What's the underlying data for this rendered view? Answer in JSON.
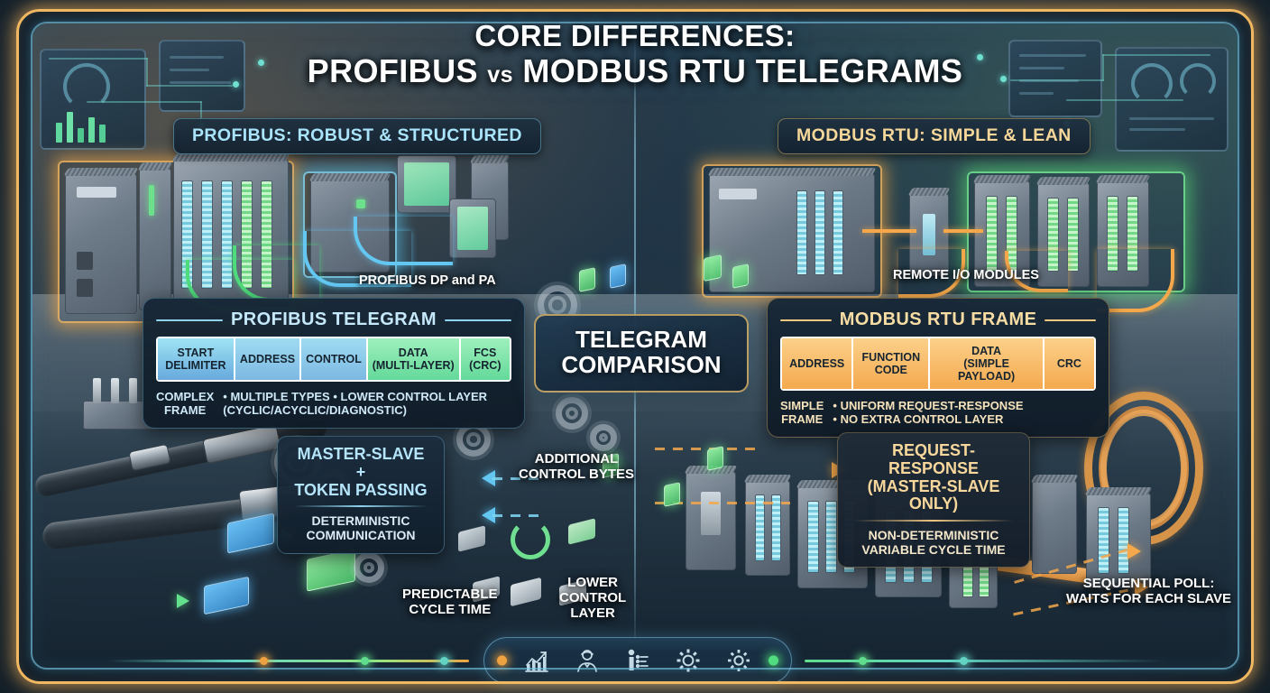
{
  "title": {
    "line1": "CORE DIFFERENCES:",
    "line2_a": "PROFIBUS",
    "line2_vs": "vs",
    "line2_b": "MODBUS RTU TELEGRAMS"
  },
  "sections": {
    "left_header": "PROFIBUS: ROBUST & STRUCTURED",
    "right_header": "MODBUS RTU: SIMPLE & LEAN"
  },
  "center": {
    "line1": "TELEGRAM",
    "line2": "COMPARISON"
  },
  "profibus_panel": {
    "title": "PROFIBUS TELEGRAM",
    "segments": [
      {
        "label": "START\nDELIMITER",
        "color": "#9fe4f4"
      },
      {
        "label": "ADDRESS",
        "color": "#9fdcf2"
      },
      {
        "label": "CONTROL",
        "color": "#9fdcf2"
      },
      {
        "label": "DATA\n(MULTI-LAYER)",
        "color": "#9ef0bb"
      },
      {
        "label": "FCS\n(CRC)",
        "color": "#9ef0bb"
      }
    ],
    "bullet_left": "COMPLEX\nFRAME",
    "bullet_right": "• MULTIPLE TYPES • LOWER CONTROL LAYER\n(CYCLIC/ACYCLIC/DIAGNOSTIC)"
  },
  "modbus_panel": {
    "title": "MODBUS RTU FRAME",
    "segments": [
      {
        "label": "ADDRESS",
        "color": "#f4a94e"
      },
      {
        "label": "FUNCTION\nCODE",
        "color": "#f4a94e"
      },
      {
        "label": "DATA\n(SIMPLE PAYLOAD)",
        "color": "#f4a94e"
      },
      {
        "label": "CRC",
        "color": "#f4a94e"
      }
    ],
    "bullet_left": "SIMPLE\nFRAME",
    "bullet_right": "• UNIFORM REQUEST-RESPONSE\n• NO EXTRA CONTROL LAYER"
  },
  "left_callout": {
    "title": "MASTER-SLAVE +\nTOKEN PASSING",
    "subtitle": "DETERMINISTIC\nCOMMUNICATION"
  },
  "right_callout": {
    "title": "REQUEST-RESPONSE\n(MASTER-SLAVE ONLY)",
    "subtitle": "NON-DETERMINISTIC\nVARIABLE CYCLE TIME"
  },
  "notes": {
    "profibus_dp_pa": "PROFIBUS DP and PA",
    "remote_io": "REMOTE I/O MODULES",
    "additional_control": "ADDITIONAL\nCONTROL BYTES",
    "predictable_cycle": "PREDICTABLE\nCYCLE TIME",
    "lower_control_layer": "LOWER\nCONTROL\nLAYER",
    "sequential_poll": "SEQUENTIAL POLL:\nWAITS FOR EACH SLAVE"
  },
  "bottom_bar": {
    "icons": [
      "bar-chart-growth-icon",
      "worker-person-icon",
      "person-checklist-icon",
      "gear-icon",
      "gear-settings-icon"
    ],
    "status_left": "#f3a43e",
    "status_right": "#52e07e"
  },
  "palette": {
    "frame_orange": "#f0b860",
    "frame_cyan": "#78c8e6",
    "profibus_accent": "#9fe4f4",
    "modbus_accent": "#f4a94e",
    "green_cable": "#4ddb7c",
    "blue_cable": "#63c7f2",
    "orange_cable": "#f4a84b"
  }
}
